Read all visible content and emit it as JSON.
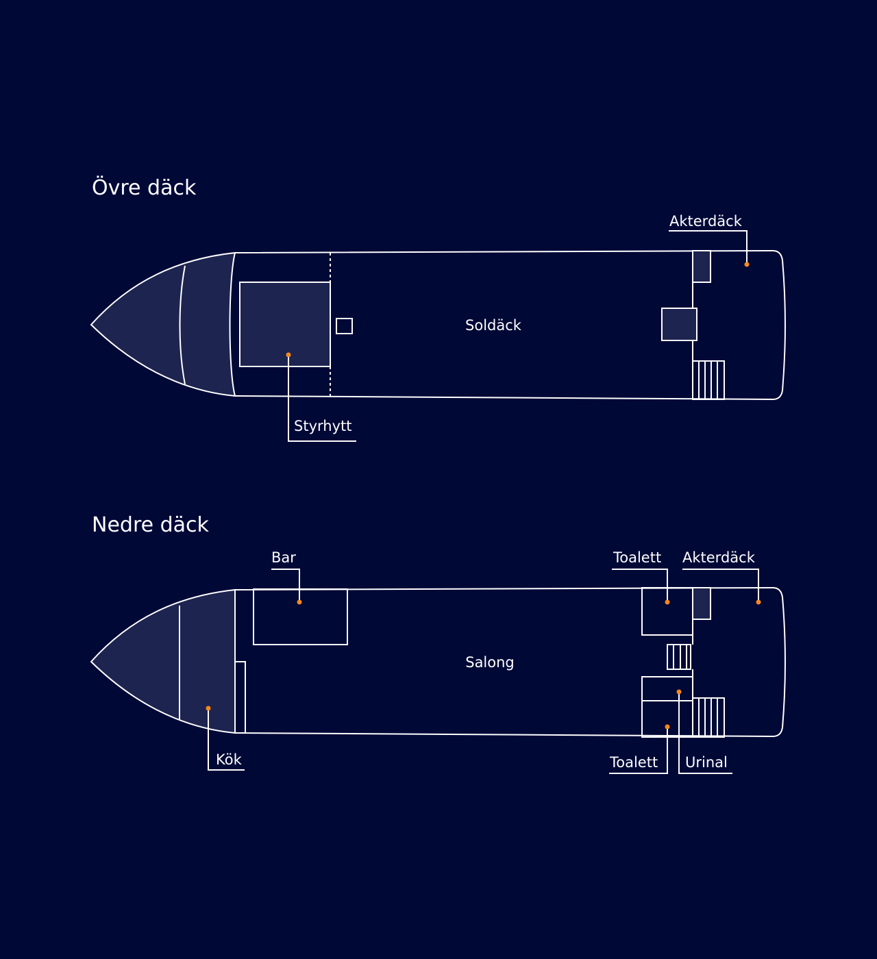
{
  "colors": {
    "background": "#000836",
    "line": "#ffffff",
    "shaded": "#1e2450",
    "marker": "#f7871f"
  },
  "upper_deck": {
    "title": "Övre däck",
    "labels": {
      "akterdack": "Akterdäck",
      "soldack": "Soldäck",
      "styrhytt": "Styrhytt"
    }
  },
  "lower_deck": {
    "title": "Nedre däck",
    "labels": {
      "bar": "Bar",
      "toalett_top": "Toalett",
      "akterdack": "Akterdäck",
      "salong": "Salong",
      "kok": "Kök",
      "toalett_bottom": "Toalett",
      "urinal": "Urinal"
    }
  }
}
